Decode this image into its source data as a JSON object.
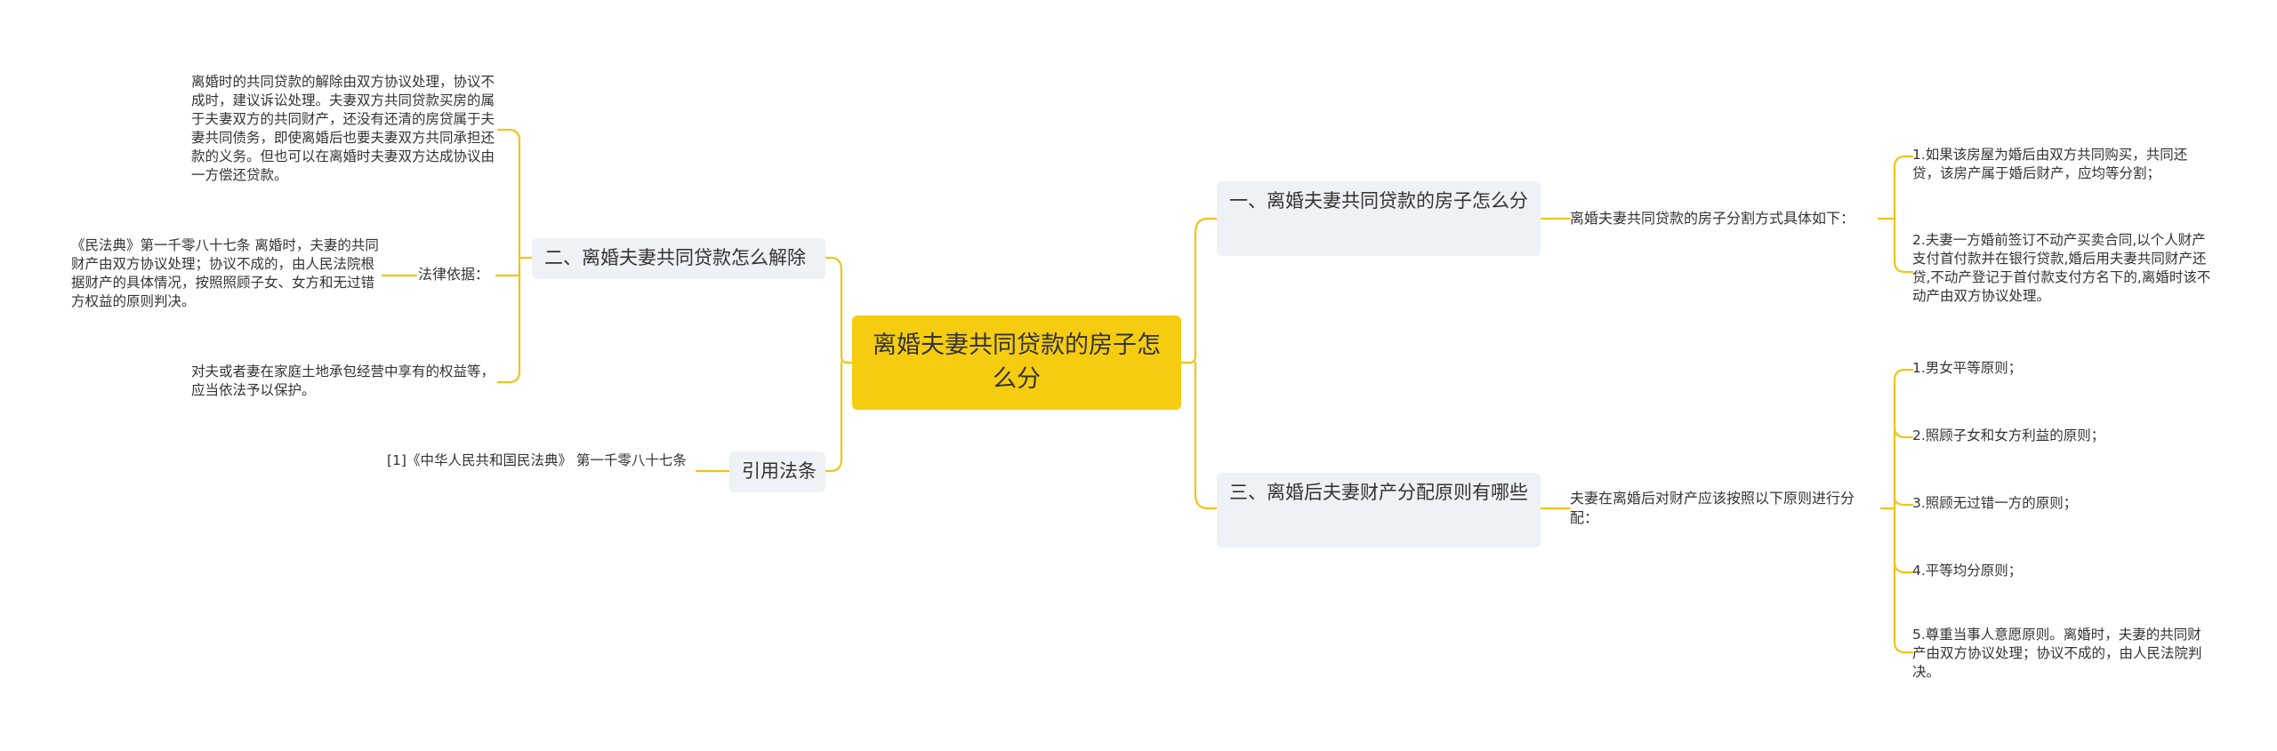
{
  "root": {
    "label": "离婚夫妻共同贷款的房子怎么分"
  },
  "right": {
    "b1": {
      "label": "一、离婚夫妻共同贷款的房子怎么分",
      "mid": "离婚夫妻共同贷款的房子分割方式具体如下：",
      "leaves": [
        "1.如果该房屋为婚后由双方共同购买，共同还贷，该房产属于婚后财产，应均等分割；",
        "2.夫妻一方婚前签订不动产买卖合同,以个人财产支付首付款并在银行贷款,婚后用夫妻共同财产还贷,不动产登记于首付款支付方名下的,离婚时该不动产由双方协议处理。"
      ]
    },
    "b3": {
      "label": "三、离婚后夫妻财产分配原则有哪些",
      "mid": "夫妻在离婚后对财产应该按照以下原则进行分配：",
      "leaves": [
        "1.男女平等原则；",
        "2.照顾子女和女方利益的原则；",
        "3.照顾无过错一方的原则；",
        "4.平等均分原则；",
        "5.尊重当事人意愿原则。离婚时，夫妻的共同财产由双方协议处理；协议不成的，由人民法院判决。"
      ]
    }
  },
  "left": {
    "b2": {
      "label": "二、离婚夫妻共同贷款怎么解除",
      "top_leaf": "离婚时的共同贷款的解除由双方协议处理，协议不成时，建议诉讼处理。夫妻双方共同贷款买房的属于夫妻双方的共同财产，还没有还清的房贷属于夫妻共同债务，即使离婚后也要夫妻双方共同承担还款的义务。但也可以在离婚时夫妻双方达成协议由一方偿还贷款。",
      "law_label": "法律依据：",
      "law_leaf": "《民法典》第一千零八十七条 离婚时，夫妻的共同财产由双方协议处理；协议不成的，由人民法院根据财产的具体情况，按照照顾子女、女方和无过错方权益的原则判决。",
      "bottom_leaf": "对夫或者妻在家庭土地承包经营中享有的权益等，应当依法予以保护。"
    },
    "cite": {
      "label": "引用法条",
      "leaf": "[1]《中华人民共和国民法典》 第一千零八十七条"
    }
  },
  "colors": {
    "root_fill": "#f5cc10",
    "branch_fill": "#eef1f5",
    "edge": "#f0c419"
  }
}
